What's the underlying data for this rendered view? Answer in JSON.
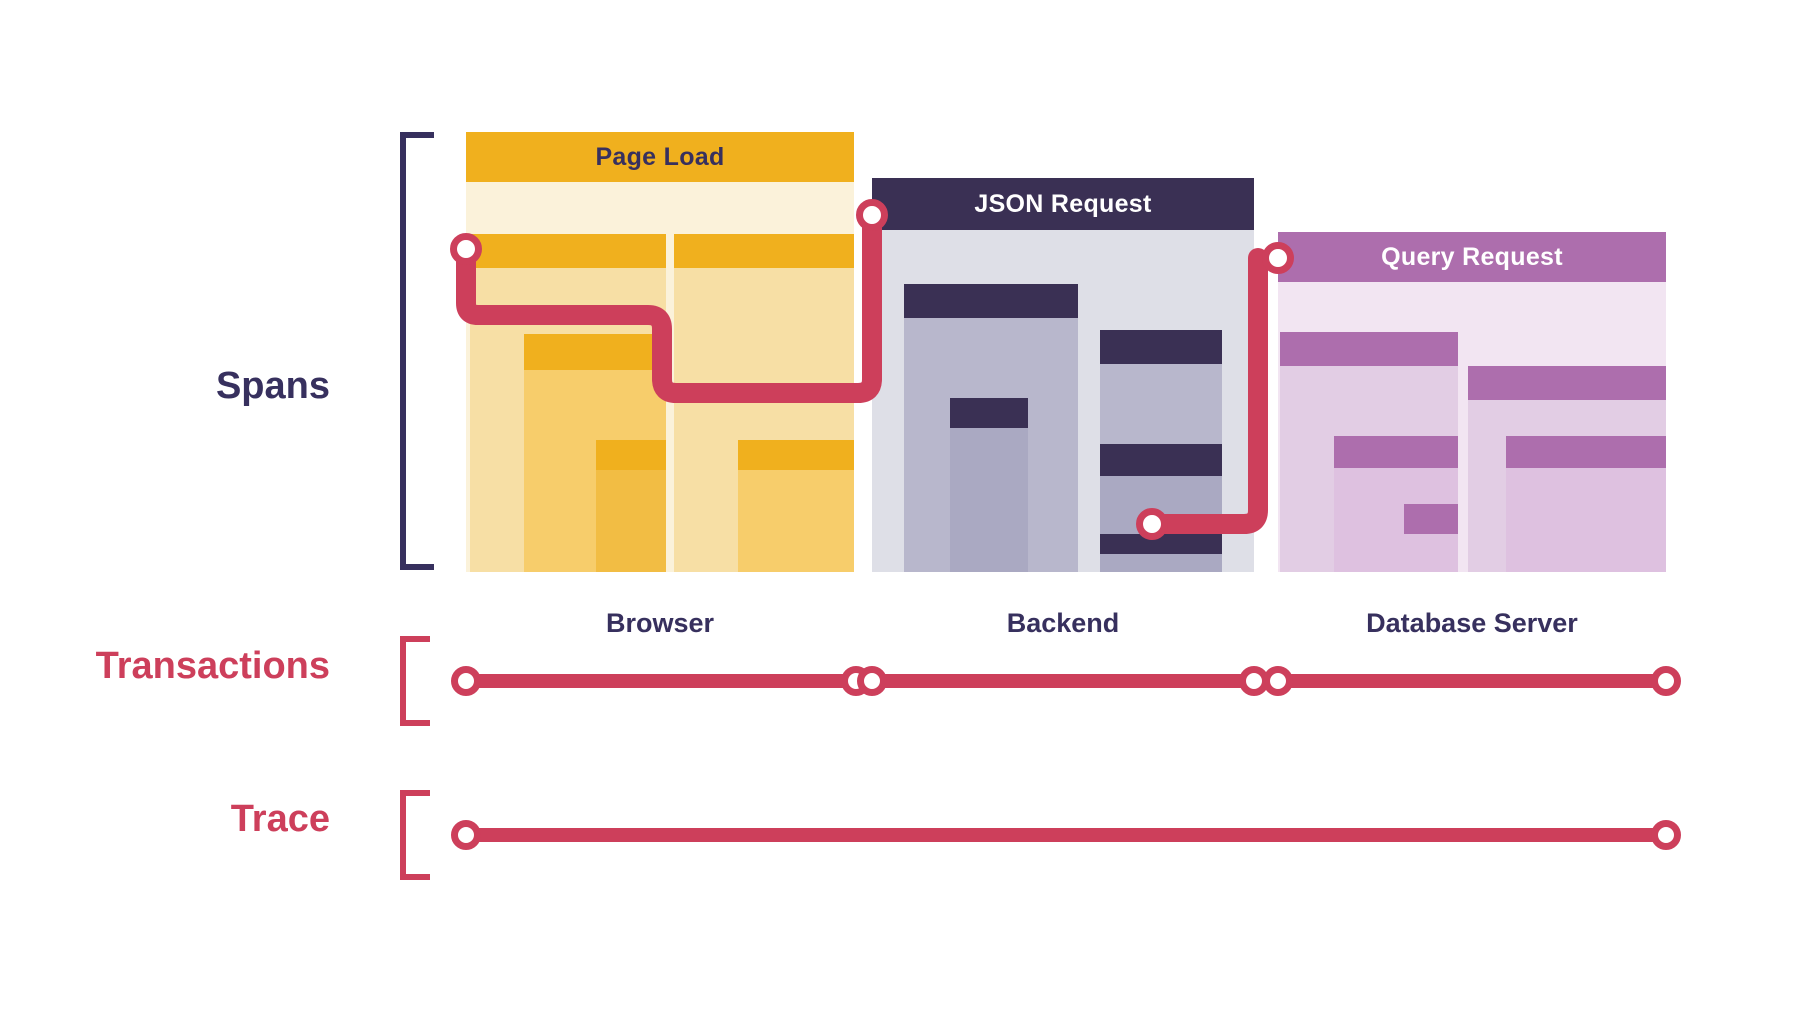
{
  "diagram": {
    "title_row_labels": {
      "spans": "Spans",
      "transactions": "Transactions",
      "trace": "Trace"
    },
    "colors": {
      "ink": "#37305e",
      "red": "#cd3f5b",
      "amber_header": "#f0b01e",
      "amber_mid": "#f7dfa5",
      "amber_light": "#fbf2da",
      "amber_deep": "#f7cd6b",
      "navy_header": "#3a3054",
      "navy_mid": "#b0afc6",
      "navy_light": "#dedfe7",
      "purple_header": "#ad6ead",
      "purple_mid": "#e2cde4",
      "purple_light": "#f2e5f2",
      "white": "#ffffff"
    },
    "services": [
      {
        "id": "browser",
        "caption": "Browser",
        "transaction_name": "Page Load",
        "accent": "#f0b01e",
        "title_text_color": "#37305e"
      },
      {
        "id": "backend",
        "caption": "Backend",
        "transaction_name": "JSON Request",
        "accent": "#3a3054",
        "title_text_color": "#ffffff"
      },
      {
        "id": "database",
        "caption": "Database Server",
        "transaction_name": "Query Request",
        "accent": "#ad6ead",
        "title_text_color": "#ffffff"
      }
    ],
    "trace_rail": {
      "start_node": "trace-start-node",
      "end_node": "trace-end-node"
    },
    "transaction_rail": {
      "segments": [
        {
          "id": "browser-transaction-segment"
        },
        {
          "id": "backend-transaction-segment"
        },
        {
          "id": "database-transaction-segment"
        }
      ]
    }
  }
}
